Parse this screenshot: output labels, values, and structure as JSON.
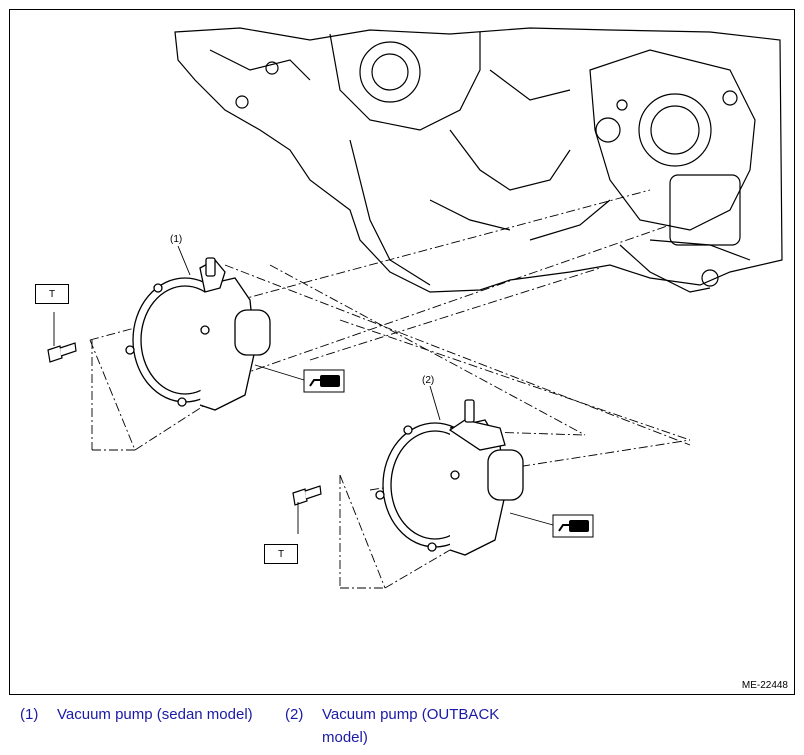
{
  "figure": {
    "id": "ME-22448",
    "callouts": [
      "(1)",
      "(2)"
    ],
    "torque_label": "T",
    "grease_icon": "grease-tube-icon"
  },
  "legend": [
    {
      "num": "(1)",
      "text": "Vacuum pump (sedan model)"
    },
    {
      "num": "(2)",
      "text": "Vacuum pump (OUTBACK",
      "text2": "model)"
    }
  ]
}
